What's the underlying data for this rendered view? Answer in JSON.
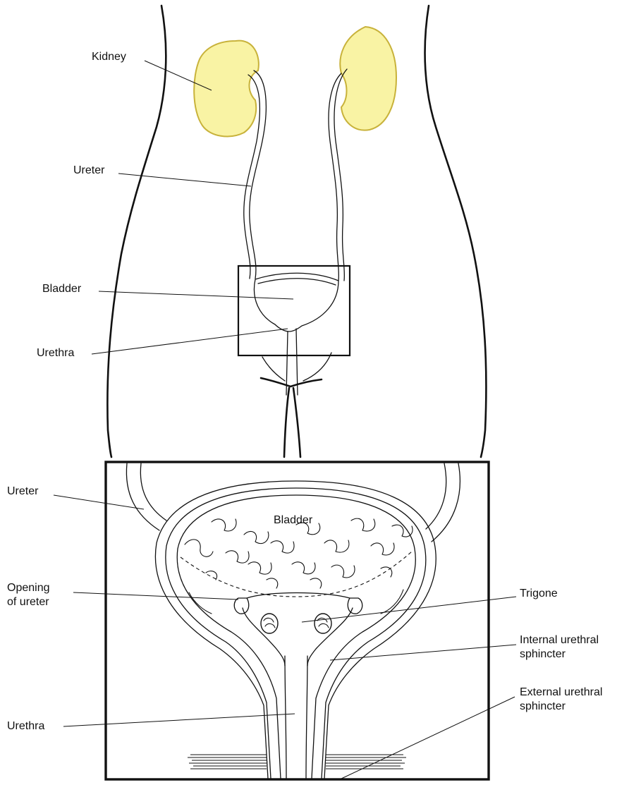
{
  "colors": {
    "kidney_fill": "#f9f3a4",
    "kidney_stroke": "#c8b23a",
    "line": "#111111",
    "background": "#ffffff"
  },
  "overview": {
    "kidney": "Kidney",
    "ureter": "Ureter",
    "bladder": "Bladder",
    "urethra": "Urethra"
  },
  "detail": {
    "ureter": "Ureter",
    "bladder": "Bladder",
    "opening_line1": "Opening",
    "opening_line2": "of ureter",
    "trigone": "Trigone",
    "internal_line1": "Internal urethral",
    "internal_line2": "sphincter",
    "external_line1": "External urethral",
    "external_line2": "sphincter",
    "urethra": "Urethra"
  }
}
